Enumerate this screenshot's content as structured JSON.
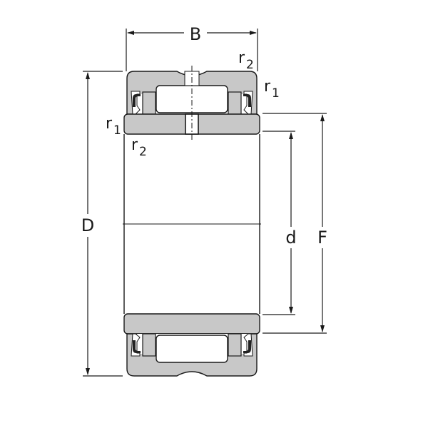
{
  "diagram": {
    "subject": "Cylindrical roller bearing cross-section (double row, sealed)",
    "colors": {
      "stroke": "#1a1a1a",
      "fill_ring": "#c8c8c8",
      "fill_white": "#ffffff",
      "seal": "#222222"
    },
    "dimensions": {
      "B": "B",
      "D": "D",
      "d": "d",
      "F": "F"
    },
    "radii": {
      "r2_top_right": {
        "base": "r",
        "sub": "2"
      },
      "r1_top_right": {
        "base": "r",
        "sub": "1"
      },
      "r1_left": {
        "base": "r",
        "sub": "1"
      },
      "r2_left": {
        "base": "r",
        "sub": "2"
      }
    }
  }
}
